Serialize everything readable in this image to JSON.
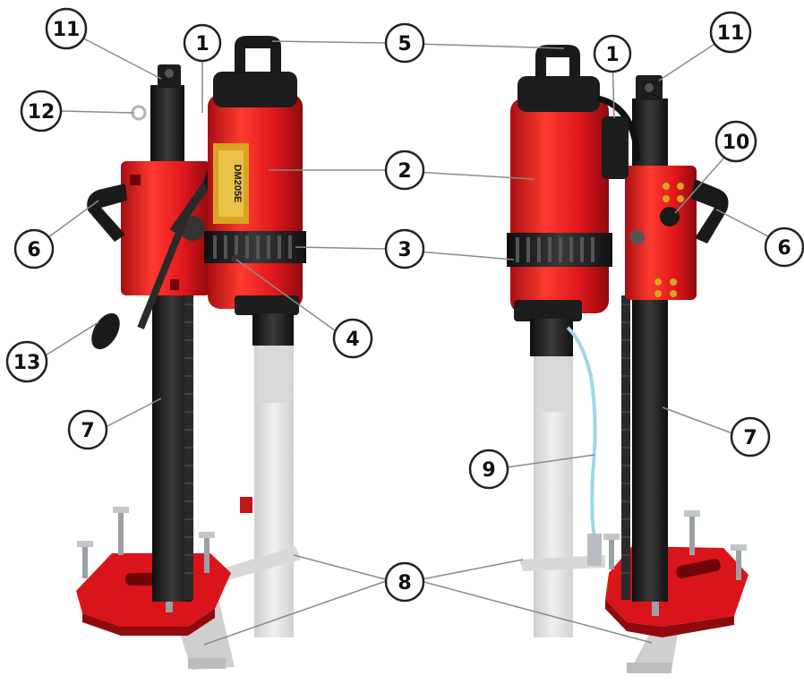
{
  "colors": {
    "red": "#e0171c",
    "red_dark": "#a80e12",
    "red_light": "#ff4a40",
    "black": "#1c1c1c",
    "gray_ghost": "#e2e2e2",
    "gray_ghost_dark": "#cfcfcf",
    "steel": "#b8bcc0",
    "hose": "#9fd6e6",
    "gold": "#d9a521",
    "callout_stroke": "#222222"
  },
  "callouts": [
    {
      "id": "c11-left",
      "label": "11"
    },
    {
      "id": "c1-left",
      "label": "1"
    },
    {
      "id": "c5",
      "label": "5"
    },
    {
      "id": "c1-right",
      "label": "1"
    },
    {
      "id": "c11-right",
      "label": "11"
    },
    {
      "id": "c12",
      "label": "12"
    },
    {
      "id": "c10",
      "label": "10"
    },
    {
      "id": "c2",
      "label": "2"
    },
    {
      "id": "c6-left",
      "label": "6"
    },
    {
      "id": "c6-right",
      "label": "6"
    },
    {
      "id": "c3",
      "label": "3"
    },
    {
      "id": "c4",
      "label": "4"
    },
    {
      "id": "c13",
      "label": "13"
    },
    {
      "id": "c7-left",
      "label": "7"
    },
    {
      "id": "c7-right",
      "label": "7"
    },
    {
      "id": "c9",
      "label": "9"
    },
    {
      "id": "c8",
      "label": "8"
    }
  ],
  "motor_label": {
    "model": "DM205E"
  }
}
